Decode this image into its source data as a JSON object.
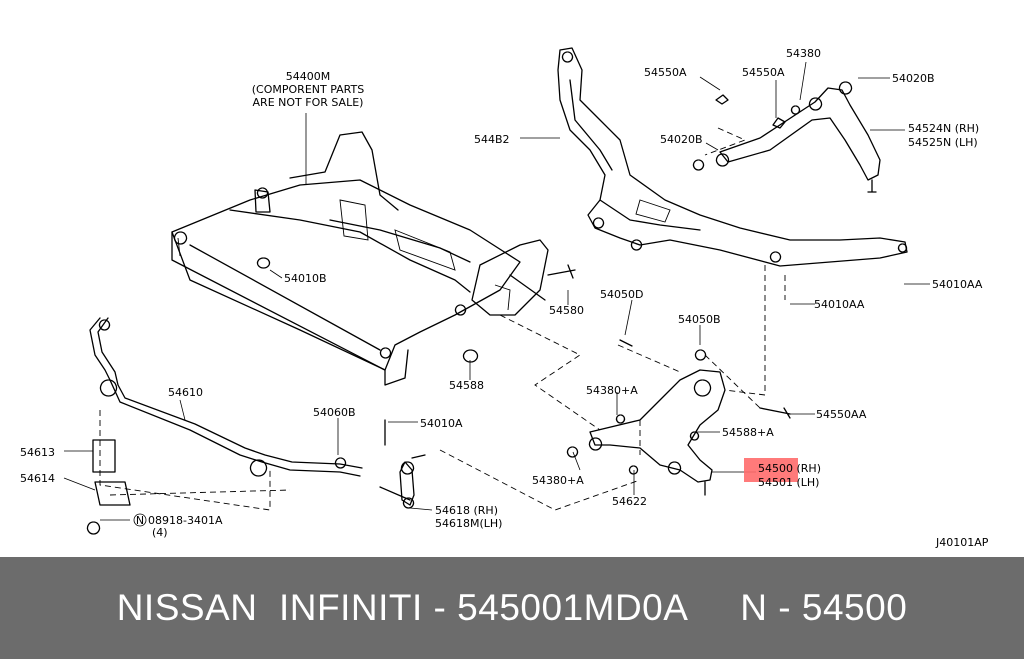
{
  "diagram": {
    "labels": {
      "p54400m": "54400M",
      "p54400m_note1": "(COMPORENT PARTS",
      "p54400m_note2": "ARE NOT FOR SALE)",
      "p54010b": "54010B",
      "p54482": "544B2",
      "p54550a_1": "54550A",
      "p54550a_2": "54550A",
      "p54380": "54380",
      "p54020b_1": "54020B",
      "p54020b_2": "54020B",
      "p54524n": "54524N (RH)",
      "p54525n": "54525N (LH)",
      "p54010aa_1": "54010AA",
      "p54010aa_2": "54010AA",
      "p54580": "54580",
      "p54050d": "54050D",
      "p54050b": "54050B",
      "p54588": "54588",
      "p54380a_1": "54380+A",
      "p54550aa": "54550AA",
      "p54588a": "54588+A",
      "p54610": "54610",
      "p54060b": "54060B",
      "p54010a": "54010A",
      "p54613": "54613",
      "p54614": "54614",
      "p08918_n": "N",
      "p08918": "08918-3401A",
      "p08918_qty": "(4)",
      "p54618": "54618 (RH)",
      "p54618m": "54618M(LH)",
      "p54380a_2": "54380+A",
      "p54622": "54622",
      "p54500": "54500 (RH)",
      "p54501": "54501 (LH)",
      "ref_code": "J40101AP"
    },
    "highlight_color": "#ff6b6b"
  },
  "footer": {
    "text": "NISSAN  INFINITI - 545001MD0A     N - 54500",
    "bg_color": "#6c6c6c",
    "text_color": "#ffffff"
  }
}
